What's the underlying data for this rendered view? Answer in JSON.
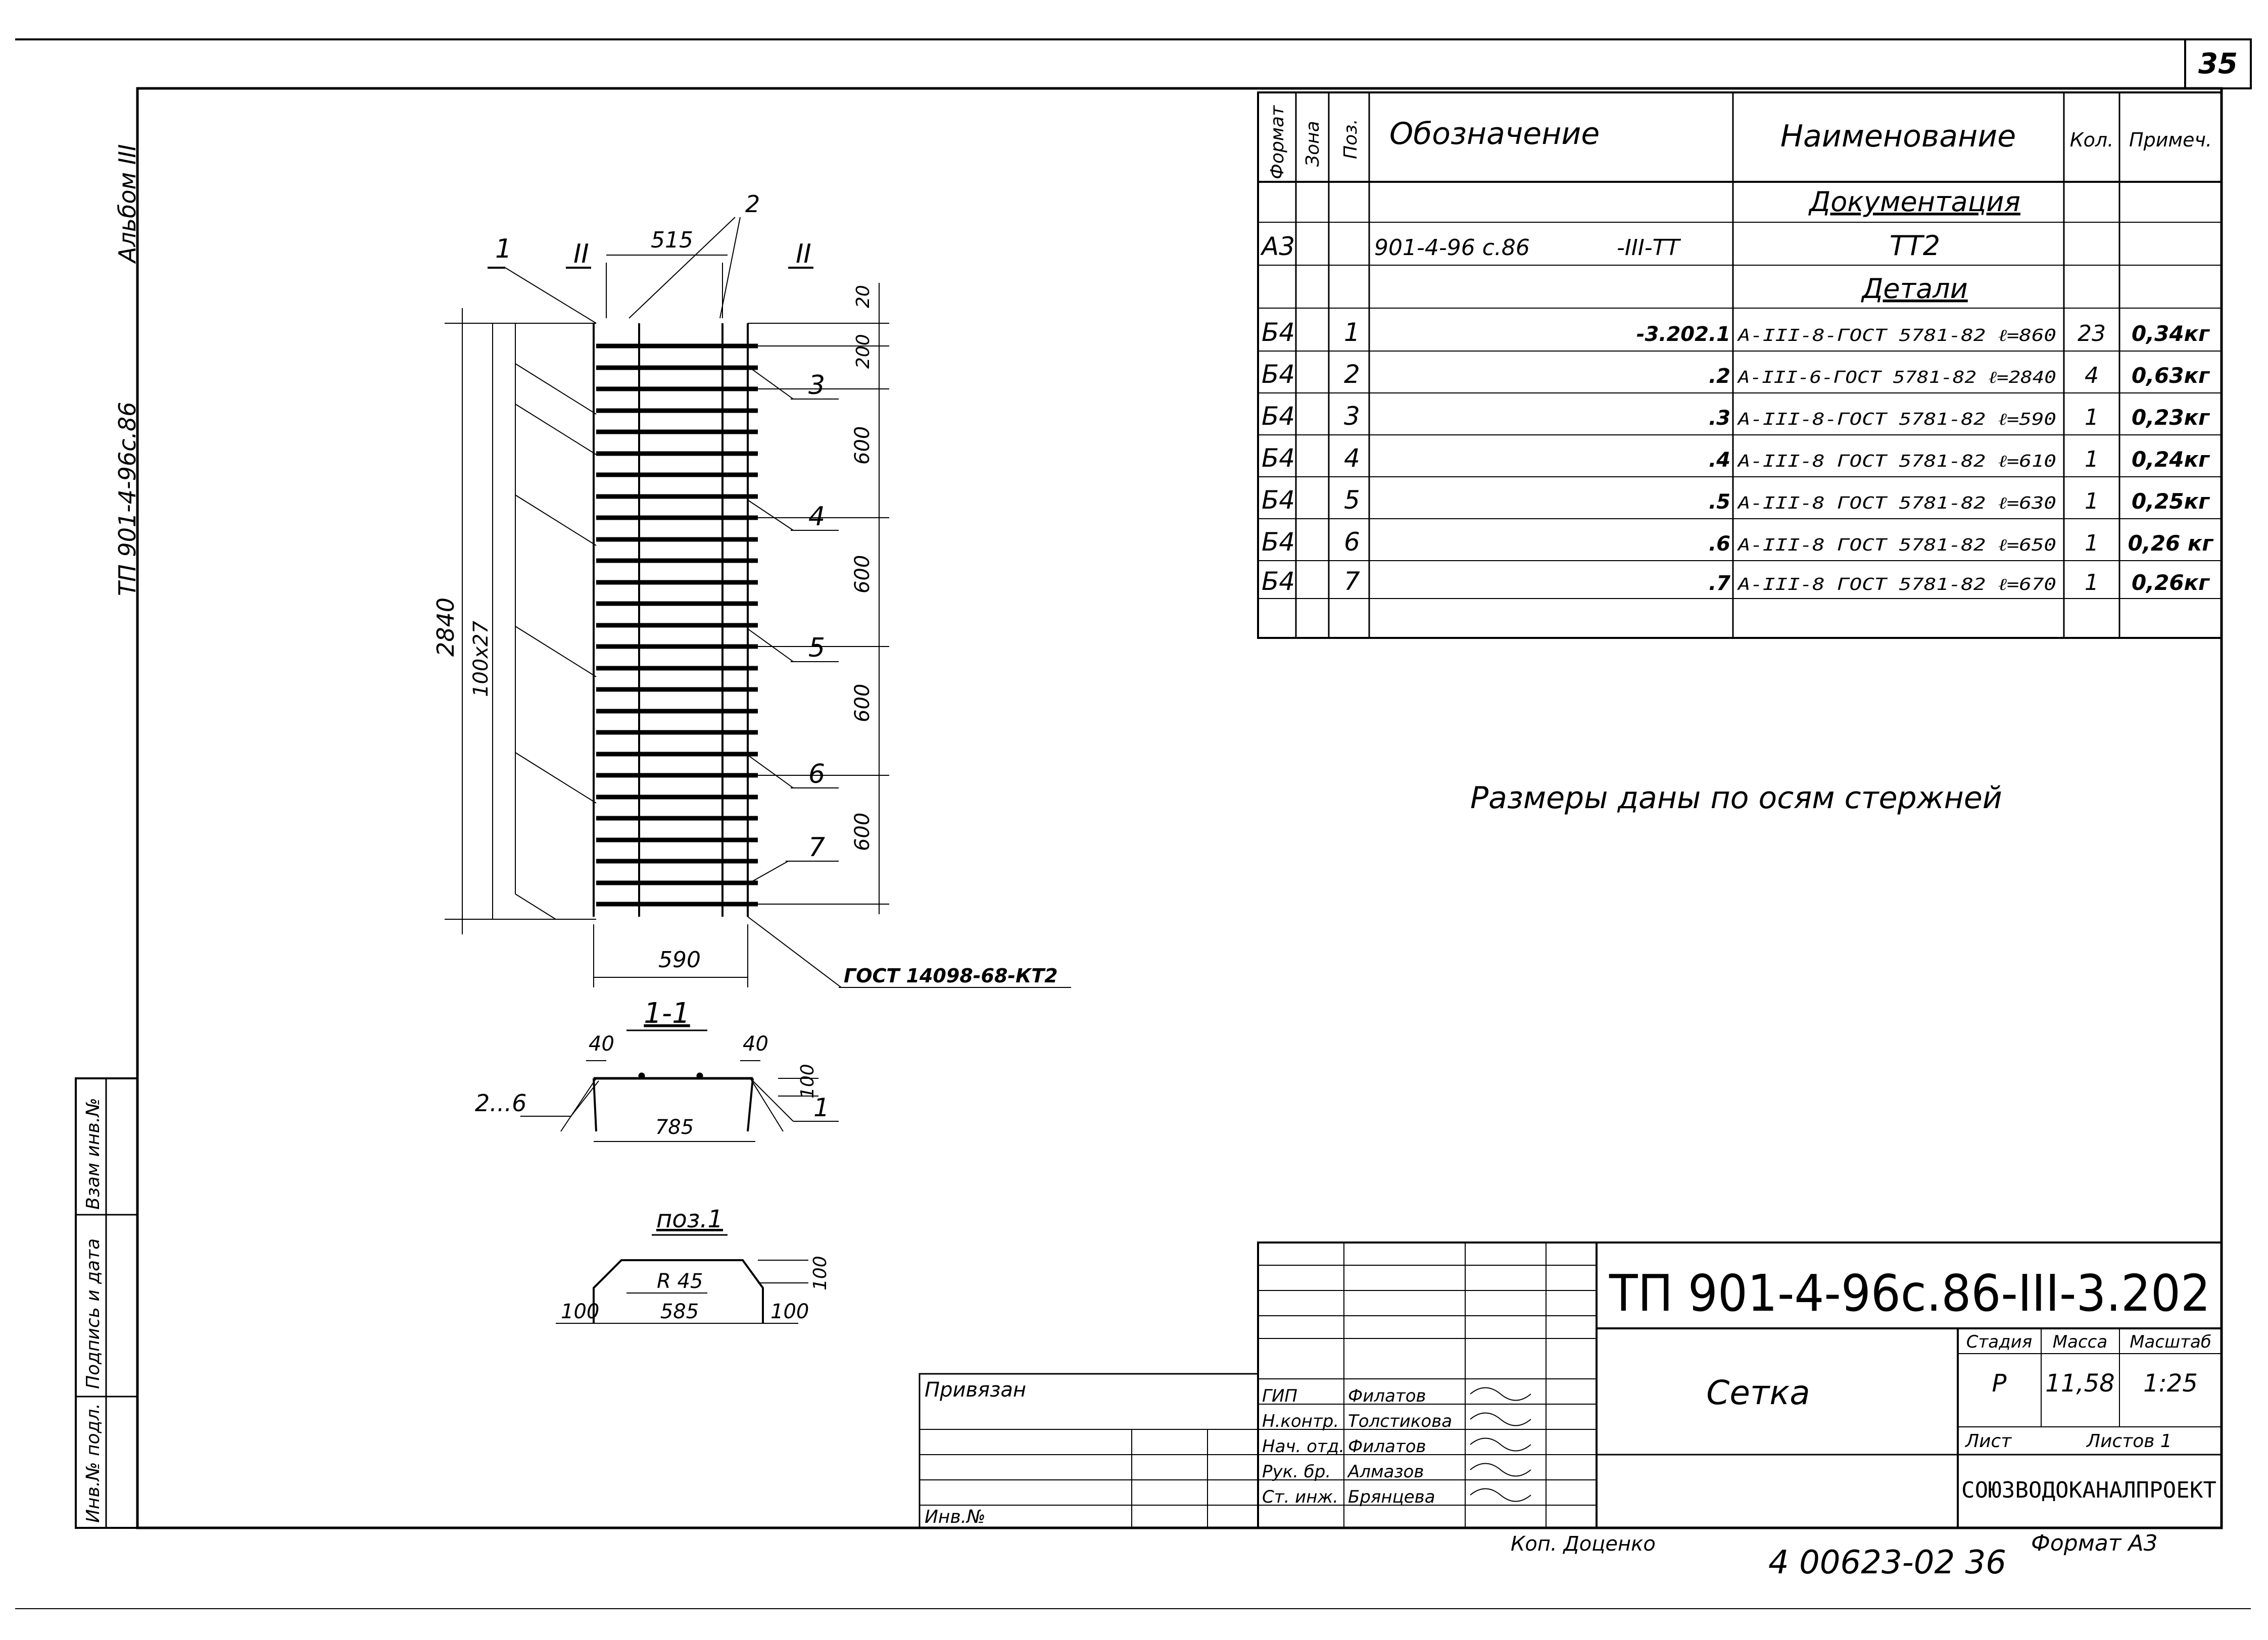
{
  "page_number": "35",
  "margin_left": {
    "album": "Альбом III",
    "project_code": "ТП 901-4-96с.86",
    "fields": [
      "Инв.№ подл.",
      "Подпись и дата",
      "Взам инв.№"
    ]
  },
  "spec_table": {
    "headers": {
      "format": "Формат",
      "zone": "Зона",
      "pos": "Поз.",
      "designation": "Обозначение",
      "name": "Наименование",
      "qty": "Кол.",
      "note": "Примеч."
    },
    "section_documentation": "Документация",
    "doc_row": {
      "format": "А3",
      "designation_left": "901-4-96 с.86",
      "designation_right": "-III-ТТ",
      "name": "ТТ2"
    },
    "section_details": "Детали",
    "rows": [
      {
        "format": "Б4",
        "pos": "1",
        "designation": "-3.202.1",
        "name": "A-III-8-ГОСТ 5781-82 ℓ=860",
        "qty": "23",
        "note": "0,34кг"
      },
      {
        "format": "Б4",
        "pos": "2",
        "designation": ".2",
        "name": "A-III-6-ГОСТ 5781-82 ℓ=2840",
        "qty": "4",
        "note": "0,63кг"
      },
      {
        "format": "Б4",
        "pos": "3",
        "designation": ".3",
        "name": "A-III-8-ГОСТ 5781-82 ℓ=590",
        "qty": "1",
        "note": "0,23кг"
      },
      {
        "format": "Б4",
        "pos": "4",
        "designation": ".4",
        "name": "A-III-8 ГОСТ 5781-82 ℓ=610",
        "qty": "1",
        "note": "0,24кг"
      },
      {
        "format": "Б4",
        "pos": "5",
        "designation": ".5",
        "name": "A-III-8 ГОСТ 5781-82 ℓ=630",
        "qty": "1",
        "note": "0,25кг"
      },
      {
        "format": "Б4",
        "pos": "6",
        "designation": ".6",
        "name": "A-III-8 ГОСТ 5781-82 ℓ=650",
        "qty": "1",
        "note": "0,26 кг"
      },
      {
        "format": "Б4",
        "pos": "7",
        "designation": ".7",
        "name": "A-III-8 ГОСТ 5781-82 ℓ=670",
        "qty": "1",
        "note": "0,26кг"
      }
    ]
  },
  "note_text": "Размеры даны по осям стержней",
  "main_view": {
    "section_marks": [
      "1",
      "II",
      "II"
    ],
    "dims": {
      "top_width": "515",
      "top_end": "20",
      "first_gap": "200",
      "segment": "600",
      "total_height": "2840",
      "pitch": "100х27",
      "bottom_width": "590"
    },
    "callouts": [
      "2",
      "3",
      "4",
      "5",
      "6",
      "7"
    ],
    "weld_note": "ГОСТ 14098-68-КТ2"
  },
  "section_1_1": {
    "title": "1-1",
    "dims": {
      "left_top": "40",
      "right_top": "40",
      "height": "100",
      "width": "785"
    },
    "callouts": [
      "2...6",
      "1"
    ]
  },
  "pos1_detail": {
    "title": "поз.1",
    "dims": {
      "radius": "R 45",
      "left": "100",
      "middle": "585",
      "right": "100",
      "height": "100"
    }
  },
  "title_block": {
    "code": "ТП 901-4-96с.86-III-3.202",
    "title": "Сетка",
    "stage_label": "Стадия",
    "mass_label": "Масса",
    "scale_label": "Масштаб",
    "stage": "Р",
    "mass": "11,58",
    "scale": "1:25",
    "sheet_label": "Лист",
    "sheets_label": "Листов 1",
    "org": "СОЮЗВОДОКАНАЛПРОЕКТ",
    "signers": [
      {
        "role": "ГИП",
        "name": "Филатов"
      },
      {
        "role": "Н.контр.",
        "name": "Толстикова"
      },
      {
        "role": "Нач. отд.",
        "name": "Филатов"
      },
      {
        "role": "Рук. бр.",
        "name": "Алмазов"
      },
      {
        "role": "Ст. инж.",
        "name": "Брянцева"
      }
    ],
    "attached": "Привязан",
    "inv": "Инв.№"
  },
  "footer": {
    "copied": "Коп. Доценко",
    "archive_no": "4 00623-02 36",
    "format": "Формат А3"
  }
}
